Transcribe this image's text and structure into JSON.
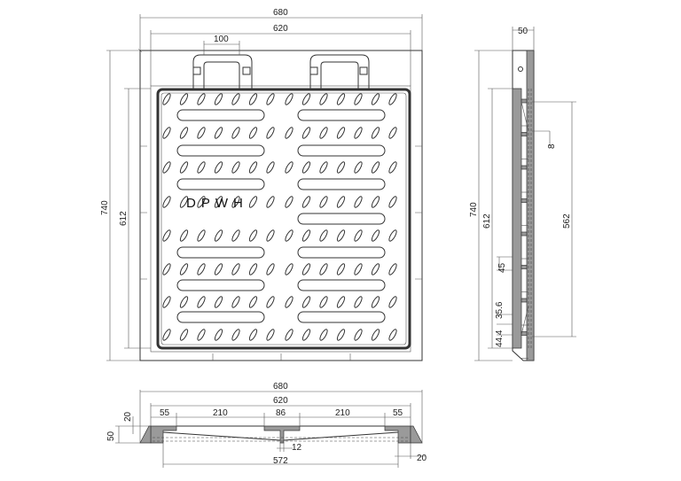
{
  "plan_view": {
    "dim_overall_width": "680",
    "dim_inner_width": "620",
    "dim_handle_width": "100",
    "dim_overall_height": "740",
    "dim_inner_height": "612",
    "cover_label": "DPWH"
  },
  "side_view": {
    "dim_thickness": "50",
    "dim_overall_height": "740",
    "dim_inner_height": "612",
    "dim_rib_span": "562",
    "dim_rib_thickness": "8",
    "dim_rib_spacing": "45",
    "dim_a": "35.6",
    "dim_b": "44.4"
  },
  "section_view": {
    "dim_overall_width": "680",
    "dim_inner_width": "620",
    "dim_seg_1": "55",
    "dim_seg_2": "210",
    "dim_seg_3": "86",
    "dim_seg_4": "210",
    "dim_seg_5": "55",
    "dim_depth_top": "20",
    "dim_depth_total": "50",
    "dim_rib": "12",
    "dim_edge": "20",
    "dim_clear_span": "572"
  }
}
